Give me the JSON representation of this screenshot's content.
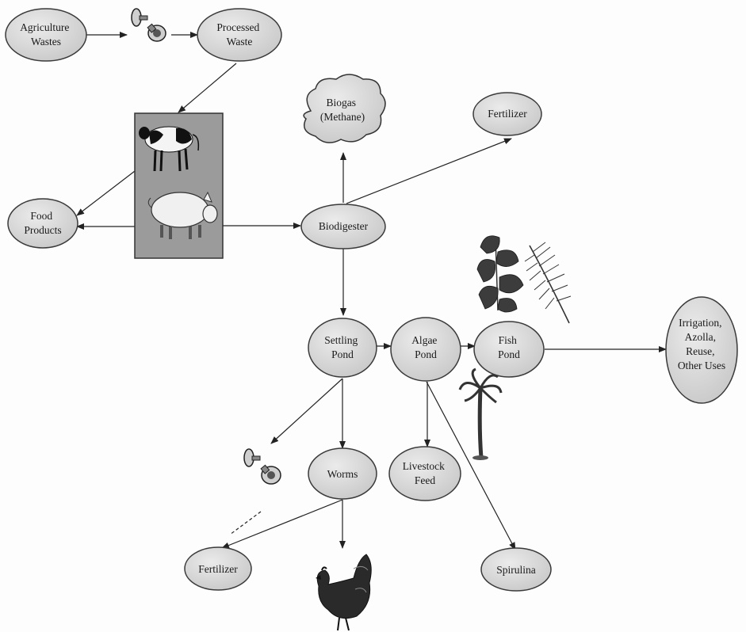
{
  "nodes": {
    "agriculture_wastes": [
      "Agriculture",
      "Wastes"
    ],
    "processed_waste": [
      "Processed",
      "Waste"
    ],
    "food_products": [
      "Food",
      "Products"
    ],
    "biogas": [
      "Biogas",
      "(Methane)"
    ],
    "fertilizer_top": [
      "Fertilizer"
    ],
    "biodigester": [
      "Biodigester"
    ],
    "settling_pond": [
      "Settling",
      "Pond"
    ],
    "algae_pond": [
      "Algae",
      "Pond"
    ],
    "fish_pond": [
      "Fish",
      "Pond"
    ],
    "irrigation": [
      "Irrigation,",
      "Azolla,",
      "Reuse,",
      "Other Uses"
    ],
    "worms": [
      "Worms"
    ],
    "livestock_feed": [
      "Livestock",
      "Feed"
    ],
    "fertilizer_bottom": [
      "Fertilizer"
    ],
    "spirulina": [
      "Spirulina"
    ]
  },
  "icons": [
    "mushroom-icon",
    "cow-icon",
    "pig-icon",
    "plant-icon",
    "palm-leaf-icon",
    "palm-tree-icon",
    "chicken-icon"
  ],
  "colors": {
    "node_fill": "#d8d8d8",
    "node_stroke": "#3a3a3a",
    "livestock_box": "#9b9b9b",
    "arrow": "#222222"
  }
}
